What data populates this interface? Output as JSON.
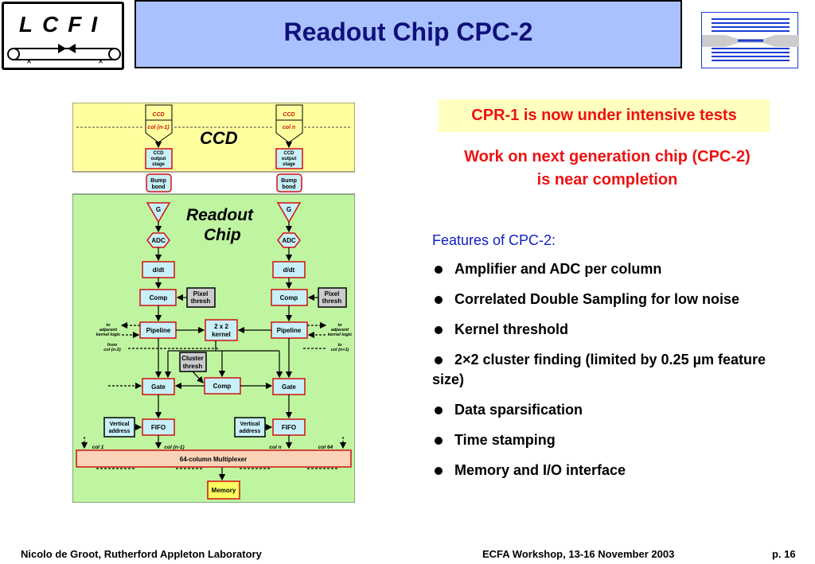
{
  "header": {
    "logo_text": "LCFI",
    "title": "Readout Chip CPC-2"
  },
  "diagram": {
    "ccd_label": "CCD",
    "readout_label_1": "Readout",
    "readout_label_2": "Chip",
    "ccd_col_left_1": "CCD",
    "ccd_col_left_2": "col (n-1)",
    "ccd_col_right_1": "CCD",
    "ccd_col_right_2": "col n",
    "output_stage": [
      "CCD",
      "output",
      "stage"
    ],
    "bump_bond": [
      "Bump",
      "bond"
    ],
    "g": "G",
    "adc": "ADC",
    "ddt": "d/dt",
    "comp": "Comp",
    "pixel_thresh": [
      "Pixel",
      "thresh"
    ],
    "pipeline": "Pipeline",
    "kernel": [
      "2 x 2",
      "kernel"
    ],
    "cluster_thresh": [
      "Cluster",
      "thresh"
    ],
    "gate": "Gate",
    "fifo": "FIFO",
    "vertical_address": [
      "Vertical",
      "address"
    ],
    "to_adjacent": [
      "to",
      "adjacent",
      "kernel logic"
    ],
    "from_left": [
      "from",
      "col (n-2)"
    ],
    "to_right": [
      "to",
      "col (n+1)"
    ],
    "col_1": "col 1",
    "col_n1": "col (n-1)",
    "col_n": "col n",
    "col_64": "col 64",
    "multiplexer": "64-column Multiplexer",
    "memory": "Memory"
  },
  "content": {
    "highlight": "CPR-1 is now under intensive tests",
    "subtitle_line1": "Work on next generation chip (CPC-2)",
    "subtitle_line2": "is near completion",
    "features_heading": "Features of CPC-2:",
    "features": [
      "Amplifier and ADC per column",
      "Correlated Double Sampling for low noise",
      "Kernel threshold",
      "2×2 cluster finding (limited by 0.25 µm feature size)",
      "Data sparsification",
      "Time stamping",
      "Memory and I/O interface"
    ]
  },
  "footer": {
    "left": "Nicolo de Groot, Rutherford Appleton Laboratory",
    "center": "ECFA Workshop,  13-16 November 2003",
    "right": "p. 16"
  },
  "colors": {
    "title_bg": "#a9c2ff",
    "title_text": "#10107a",
    "ccd_bg": "#ffffa0",
    "readout_bg": "#bff5a0",
    "block_fill": "#c8f0f8",
    "block_border": "#d01010",
    "highlight_bg": "#ffffc0",
    "red_text": "#ee1111",
    "blue_text": "#1020c0"
  }
}
